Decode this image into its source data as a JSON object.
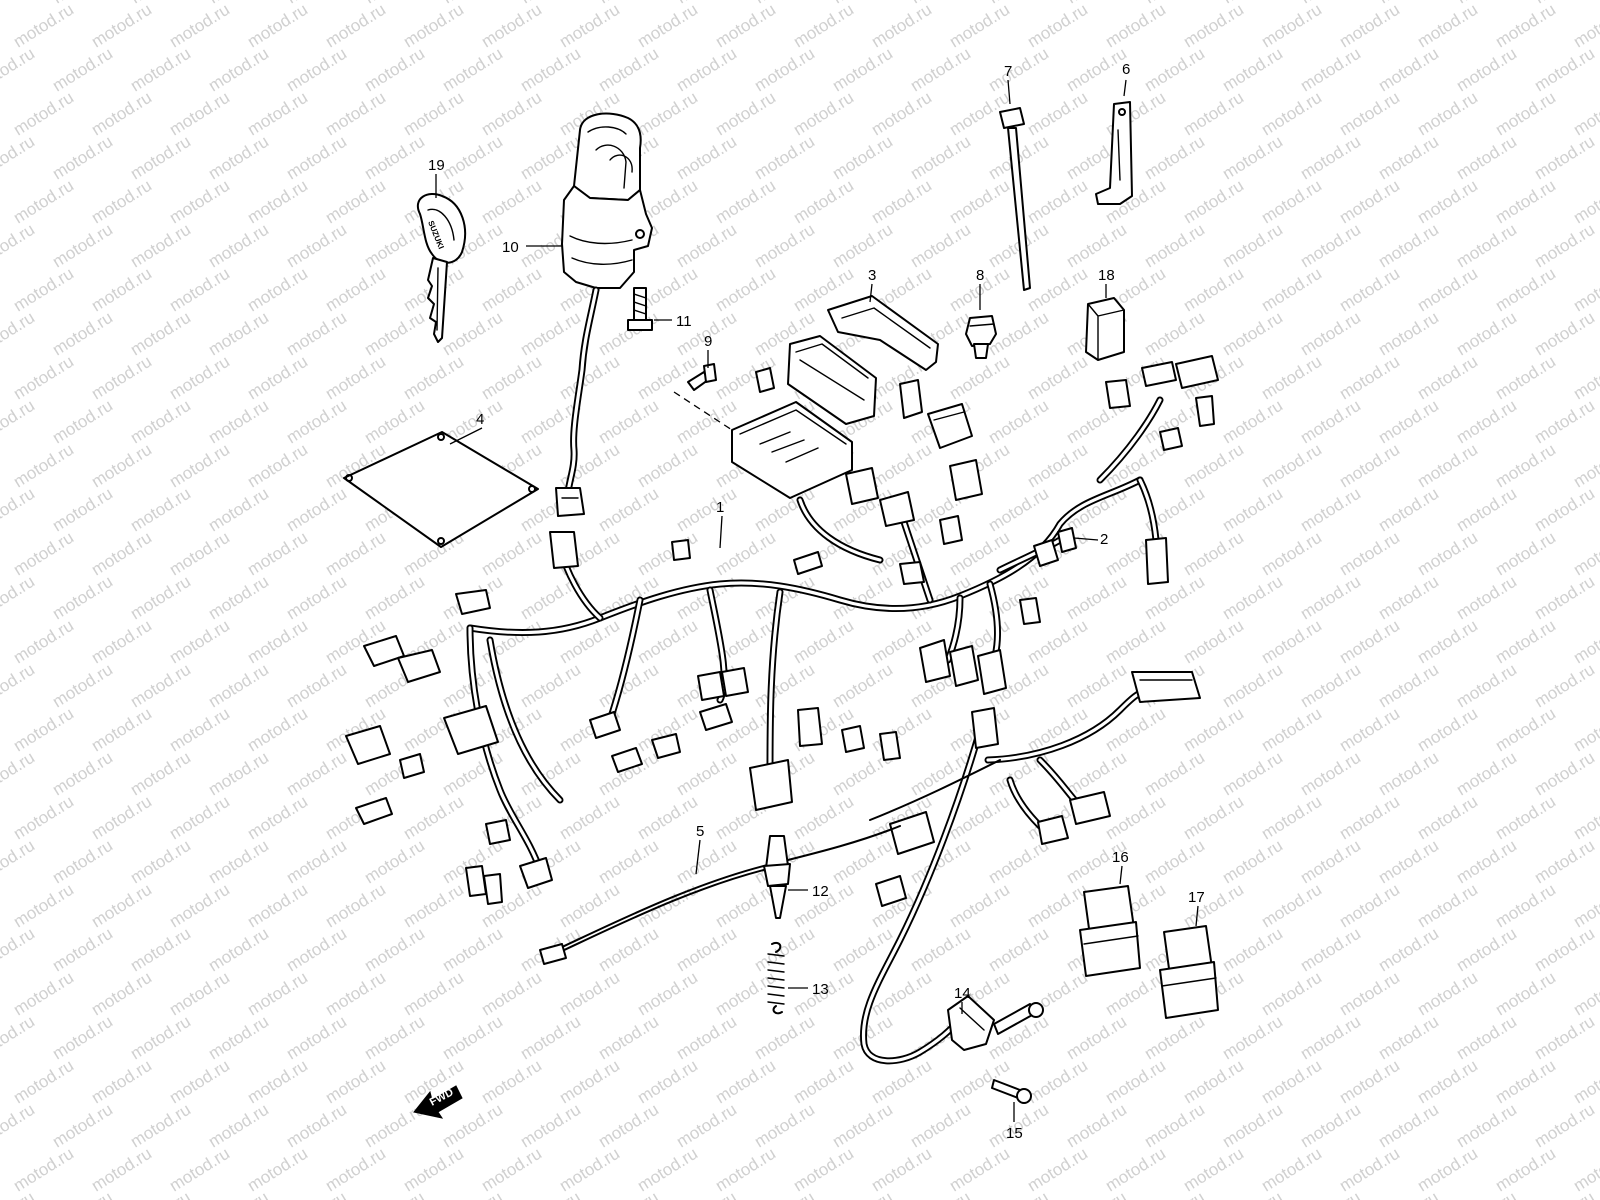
{
  "watermark": {
    "text": "motod.ru",
    "color": "#d0d0d0"
  },
  "direction_arrow": {
    "label": "FWD"
  },
  "key_brand": "SUZUKI",
  "callouts": [
    {
      "id": "1",
      "label": "1"
    },
    {
      "id": "2",
      "label": "2"
    },
    {
      "id": "3",
      "label": "3"
    },
    {
      "id": "4",
      "label": "4"
    },
    {
      "id": "5",
      "label": "5"
    },
    {
      "id": "6",
      "label": "6"
    },
    {
      "id": "7",
      "label": "7"
    },
    {
      "id": "8",
      "label": "8"
    },
    {
      "id": "9",
      "label": "9"
    },
    {
      "id": "10",
      "label": "10"
    },
    {
      "id": "11",
      "label": "11"
    },
    {
      "id": "12",
      "label": "12"
    },
    {
      "id": "13",
      "label": "13"
    },
    {
      "id": "14",
      "label": "14"
    },
    {
      "id": "15",
      "label": "15"
    },
    {
      "id": "16",
      "label": "16"
    },
    {
      "id": "17",
      "label": "17"
    },
    {
      "id": "18",
      "label": "18"
    },
    {
      "id": "19",
      "label": "19"
    }
  ]
}
